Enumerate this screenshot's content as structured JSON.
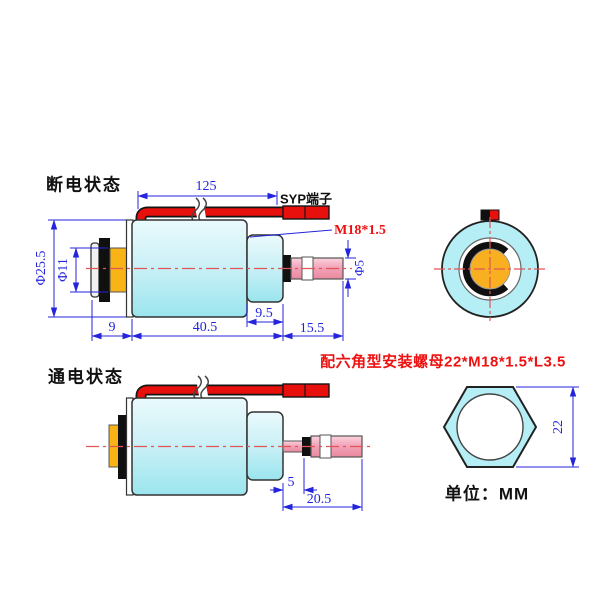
{
  "top": {
    "state_label": "断电状态",
    "dim_wire_length": "125",
    "wire_terminal_label": "SYP端子",
    "thread_label": "M18*1.5",
    "dim_body_od": "Φ25.5",
    "dim_plunger_od": "Φ11",
    "dim_rod_od": "Φ5",
    "dim_front_len": "9",
    "dim_body_len": "40.5",
    "dim_collar_len": "9.5",
    "dim_rod_len": "15.5"
  },
  "bottom": {
    "state_label": "通电状态",
    "note": "配六角型安装螺母22*M18*1.5*L3.5",
    "dim_stroke": "5",
    "dim_rod_travel": "20.5"
  },
  "nut": {
    "dim_across_flats": "22"
  },
  "unit_label": "单位：MM",
  "colors": {
    "body_cyan_top": "#e9fafc",
    "body_cyan_bottom": "#9be5ee",
    "front_view_cyan": "#b5eef5",
    "plunger_yellow": "#f8b416",
    "wire_red": "#e8100c",
    "rod_pink": "#f0a2b8",
    "dimension_blue": "#2424dd",
    "annotation_red": "#ee1111",
    "centerline_red": "#e05555"
  }
}
